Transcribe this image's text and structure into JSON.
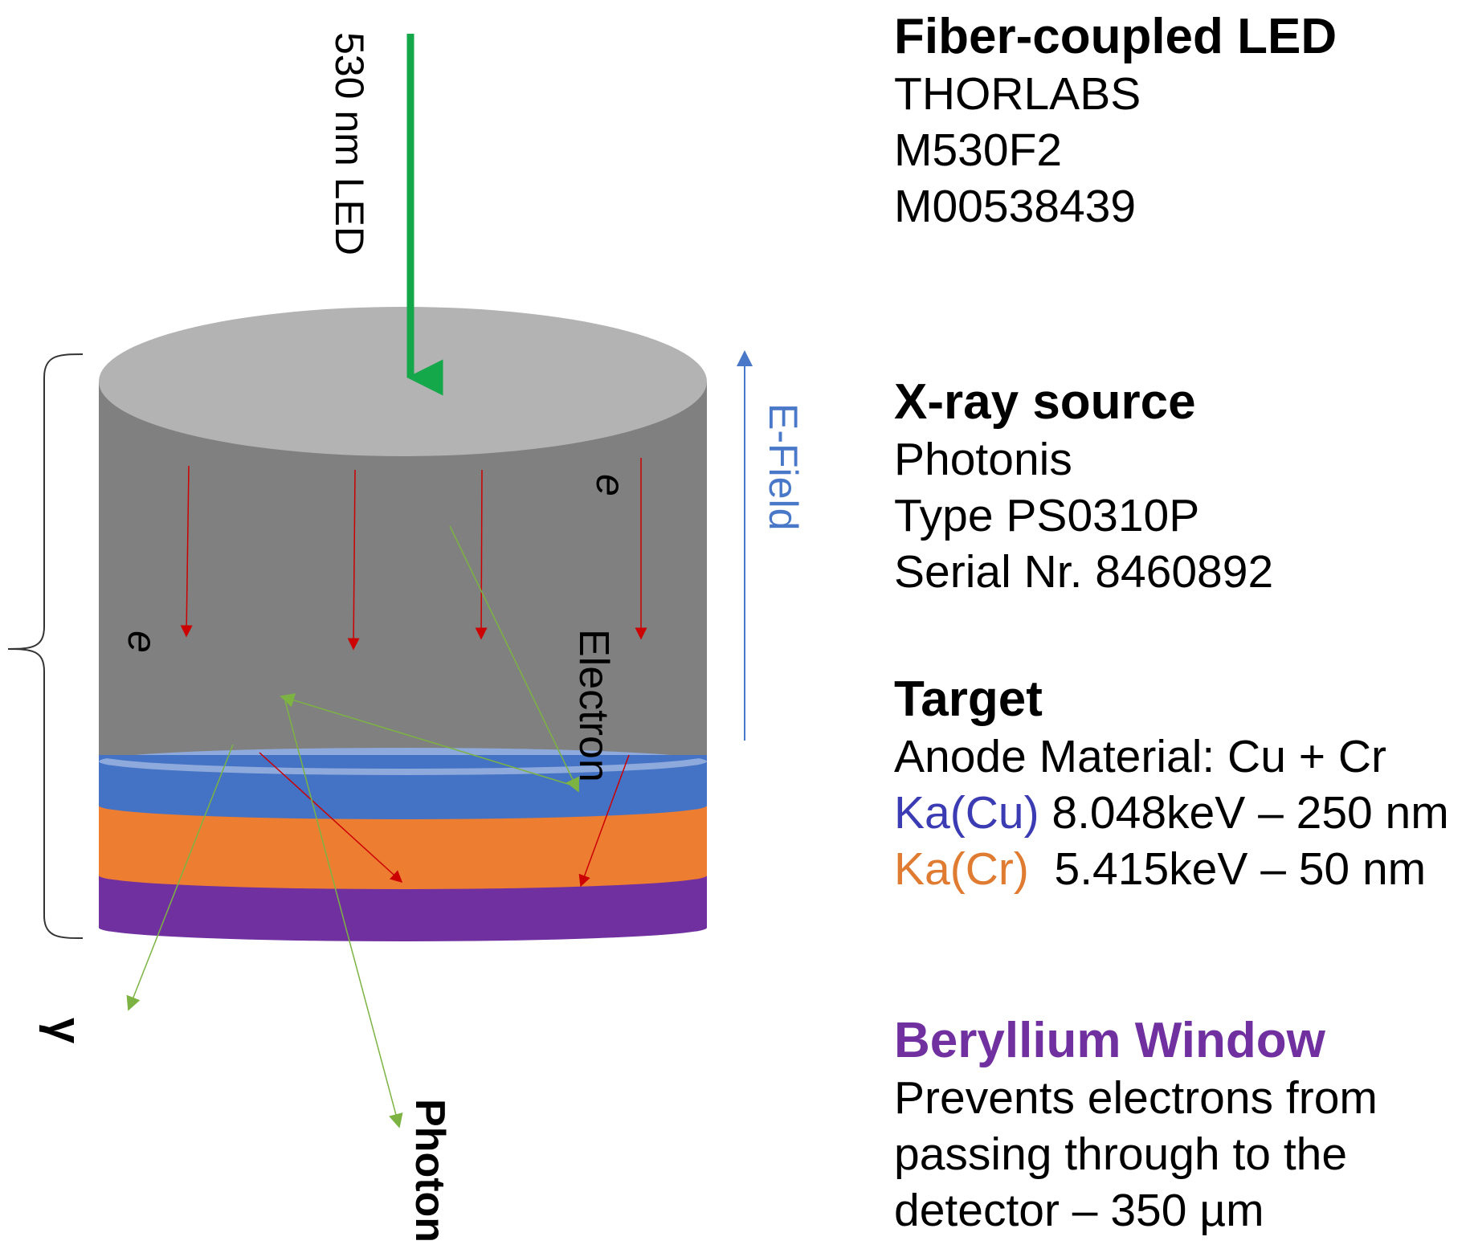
{
  "diagram": {
    "led_label": "530 nm LED",
    "efield_label": "E-Field",
    "electron_label": "Electron",
    "electron_symbol": "e",
    "photon_label": "Photon",
    "gamma_label": "γ",
    "colors": {
      "led_arrow": "#15a84a",
      "efield": "#4a78c8",
      "electron_path": "#cc0000",
      "photon_path": "#7cb342",
      "cylinder_top": "#b3b3b3",
      "cylinder_body": "#808080",
      "target_cu": "#4472c4",
      "target_cr": "#ed7d31",
      "beryllium": "#7030a0"
    }
  },
  "info": {
    "led": {
      "title": "Fiber-coupled LED",
      "lines": [
        "THORLABS",
        "M530F2",
        "M00538439"
      ]
    },
    "xray": {
      "title": "X-ray source",
      "lines": [
        "Photonis",
        "Type PS0310P",
        "Serial Nr. 8460892"
      ]
    },
    "target": {
      "title": "Target",
      "material": "Anode Material: Cu + Cr",
      "cu_label": "Ka(Cu)",
      "cu_value": " 8.048keV – 250 nm",
      "cr_label": "Ka(Cr)",
      "cr_value": "  5.415keV – 50 nm"
    },
    "beryllium": {
      "title": "Beryllium Window",
      "lines": [
        "Prevents electrons from",
        "passing through to the",
        "detector – 350 µm"
      ]
    }
  }
}
